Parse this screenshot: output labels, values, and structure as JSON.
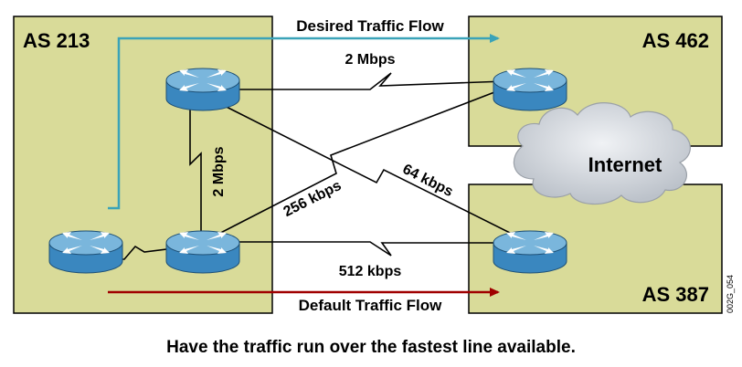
{
  "autonomous_systems": {
    "left": "AS 213",
    "top_right": "AS 462",
    "bottom_right": "AS 387"
  },
  "links": {
    "r1_to_as462": "2 Mbps",
    "r1_to_r2": "2 Mbps",
    "r2_to_as462": "256 kbps",
    "r1_to_as387": "64 kbps",
    "r2_to_as387": "512 kbps"
  },
  "flows": {
    "desired": {
      "label": "Desired Traffic Flow",
      "color": "#3aa3b8"
    },
    "default": {
      "label": "Default Traffic Flow",
      "color": "#a00000"
    }
  },
  "cloud": {
    "label": "Internet"
  },
  "figure_code": "002G_054",
  "caption": "Have the traffic run over the fastest line available.",
  "colors": {
    "as_fill": "#d9db99",
    "router_body": "#3a87bf",
    "router_top": "#7ab6dc",
    "cloud_fill": "#d4d8de"
  }
}
